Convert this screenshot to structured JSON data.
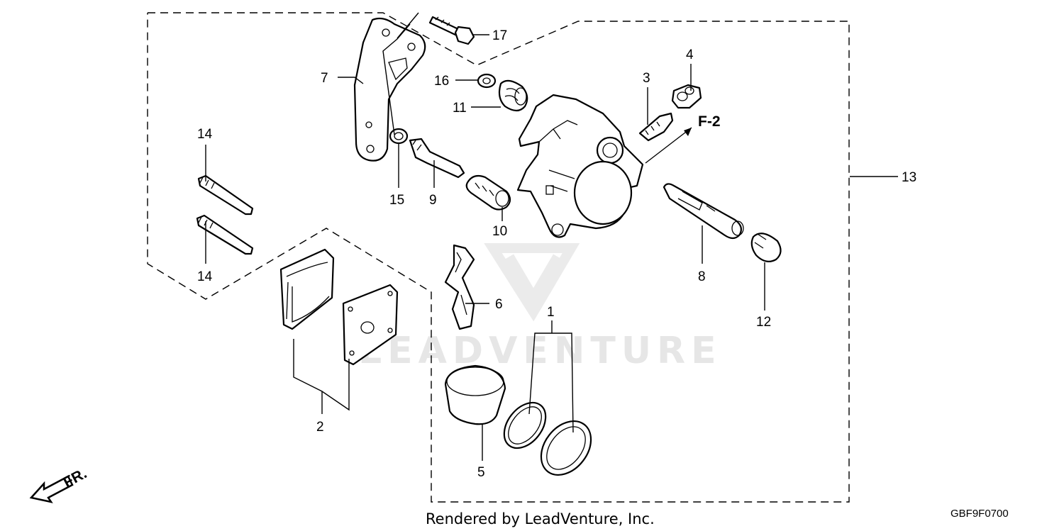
{
  "diagram": {
    "callouts": {
      "c1": "1",
      "c2": "2",
      "c3": "3",
      "c4": "4",
      "c5": "5",
      "c6": "6",
      "c7": "7",
      "c8": "8",
      "c9": "9",
      "c10": "10",
      "c11": "11",
      "c12": "12",
      "c13": "13",
      "c14a": "14",
      "c14b": "14",
      "c15": "15",
      "c16": "16",
      "c17": "17"
    },
    "reference_label": "F-2",
    "front_label": "FR.",
    "watermark_text": "LEADVENTURE",
    "footer_text": "Rendered by LeadVenture, Inc.",
    "diagram_code": "GBF9F0700"
  }
}
